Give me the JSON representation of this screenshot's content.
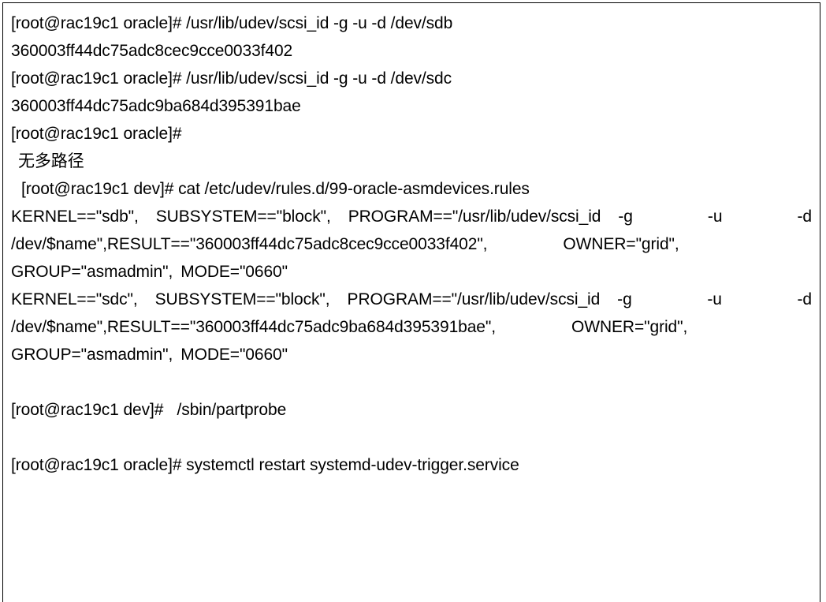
{
  "document": {
    "type": "text-box",
    "border_color": "#000000",
    "background": "#ffffff",
    "text_color": "#000000"
  },
  "terminal": {
    "lines": [
      {
        "id": "cmd-scsi-id-sdb",
        "kind": "command",
        "text": "[root@rac19c1 oracle]# /usr/lib/udev/scsi_id -g -u -d /dev/sdb"
      },
      {
        "id": "out-wwid-sdb",
        "kind": "output",
        "text": "360003ff44dc75adc8cec9cce0033f402"
      },
      {
        "id": "cmd-scsi-id-sdc",
        "kind": "command",
        "text": "[root@rac19c1 oracle]# /usr/lib/udev/scsi_id -g -u -d /dev/sdc"
      },
      {
        "id": "out-wwid-sdc",
        "kind": "output",
        "text": "360003ff44dc75adc9ba684d395391bae"
      },
      {
        "id": "prompt-bare",
        "kind": "prompt",
        "text": "[root@rac19c1 oracle]#"
      },
      {
        "id": "note-no-multipath",
        "kind": "annotation",
        "text": "无多路径"
      },
      {
        "id": "cmd-cat-rules",
        "kind": "command",
        "text": "[root@rac19c1 dev]# cat /etc/udev/rules.d/99-oracle-asmdevices.rules"
      },
      {
        "id": "cmd-partprobe",
        "kind": "command",
        "text": "[root@rac19c1 dev]#   /sbin/partprobe"
      },
      {
        "id": "cmd-systemctl-restart",
        "kind": "command",
        "text": "[root@rac19c1 oracle]# systemctl restart systemd-udev-trigger.service"
      }
    ],
    "udev_rules": [
      {
        "id": "rule-sdb",
        "kernel_label": "KERNEL==\"sdb\",",
        "subsystem_label": "SUBSYSTEM==\"block\",",
        "program_label": "PROGRAM==\"/usr/lib/udev/scsi_id",
        "program_flags": "-g  -u  -d",
        "program_arg": "/dev/$name\",",
        "result_label": "RESULT==\"360003ff44dc75adc8cec9cce0033f402\",",
        "owner_label": "OWNER=\"grid\",",
        "group_label": "GROUP=\"asmadmin\",",
        "mode_label": "MODE=\"0660\""
      },
      {
        "id": "rule-sdc",
        "kernel_label": "KERNEL==\"sdc\",",
        "subsystem_label": "SUBSYSTEM==\"block\",",
        "program_label": "PROGRAM==\"/usr/lib/udev/scsi_id",
        "program_flags": "-g  -u  -d",
        "program_arg": "/dev/$name\",",
        "result_label": "RESULT==\"360003ff44dc75adc9ba684d395391bae\",",
        "owner_label": "OWNER=\"grid\",",
        "group_label": "GROUP=\"asmadmin\",",
        "mode_label": "MODE=\"0660\""
      }
    ]
  }
}
